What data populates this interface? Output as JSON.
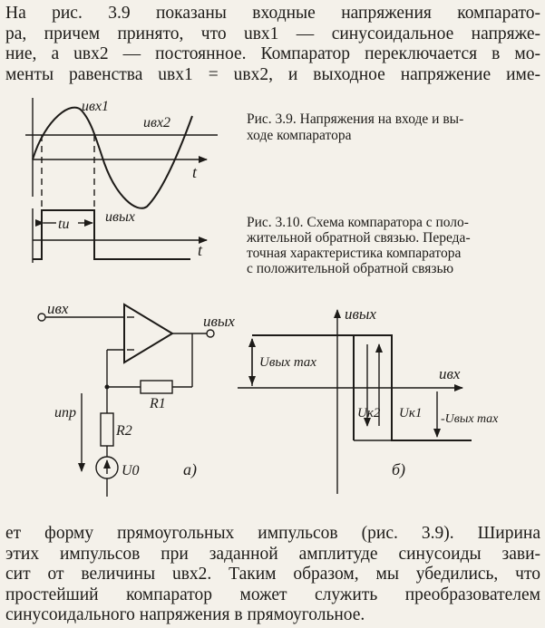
{
  "paragraph_top": [
    "На рис. 3.9 показаны входные напряжения компарато-",
    "ра, причем принято, что uвх1 — синусоидальное напряже-",
    "ние, а uвх2 — постоянное. Компаратор переключается в мо-",
    "менты равенства uвх1 = uвх2, и выходное напряжение име-"
  ],
  "caption_3_9": [
    "Рис. 3.9. Напряжения на входе и вы-",
    "ходе компаратора"
  ],
  "caption_3_10": [
    "Рис. 3.10. Схема компаратора с поло-",
    "жительной обратной связью. Переда-",
    "точная характеристика компаратора",
    "с положительной обратной связью"
  ],
  "fig39": {
    "label_uvx1": "uвх1",
    "label_uvx2": "uвх2",
    "label_t1": "t",
    "label_ti": "tи",
    "label_uvyx": "uвых",
    "label_t2": "t"
  },
  "fig310a": {
    "label_uvx": "uвх",
    "label_uvyx": "uвых",
    "label_r1": "R1",
    "label_r2": "R2",
    "label_upr": "uпр",
    "label_u0": "U0",
    "label_panel": "a)"
  },
  "fig310b": {
    "label_uvyx": "uвых",
    "label_uvyx_max": "Uвых max",
    "label_uvx": "uвх",
    "label_uk2": "Uк2",
    "label_uk1": "Uк1",
    "label_neg_max": "-Uвых max",
    "label_panel": "б)"
  },
  "paragraph_bottom": [
    "ет форму прямоугольных импульсов (рис. 3.9). Ширина",
    "этих импульсов при заданной амплитуде синусоиды зави-",
    "сит от величины uвх2. Таким образом, мы убедились, что",
    "простейший компаратор может служить преобразователем",
    "синусоидального напряжения в прямоугольное."
  ]
}
